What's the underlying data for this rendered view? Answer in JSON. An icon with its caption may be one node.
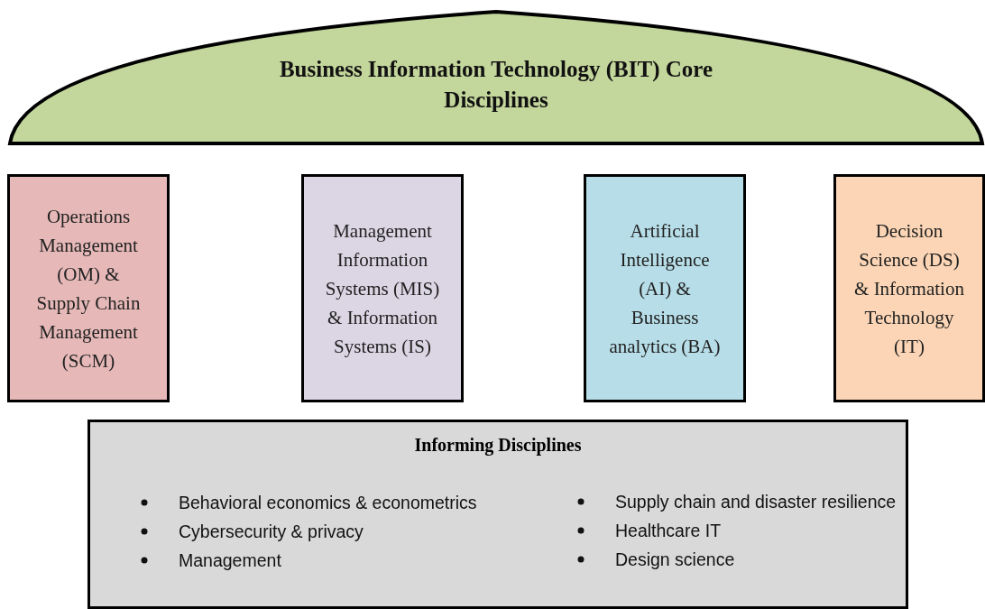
{
  "diagram": {
    "nodes": [
      {
        "text": [
          "Business Information Technology (BIT) Core Disciplines"
        ]
      },
      {
        "text": [
          "Operations Management (OM) & Supply Chain Management (SCM)"
        ]
      },
      {
        "text": [
          "Management Information Systems (MIS) & Information Systems (IS)"
        ]
      },
      {
        "text": [
          "Artificial Intelligence (AI) & Business analytics (BA)"
        ]
      },
      {
        "text": [
          "Decision Science (DS) & Information Technology (IT)"
        ]
      },
      {
        "text": [
          "Informing Disciplines",
          "Behavioral economics & econometrics",
          "Cybersecurity & privacy",
          "Management",
          "Supply chain and disaster resilience",
          "Healthcare IT",
          "Design science"
        ]
      }
    ],
    "edges": []
  }
}
